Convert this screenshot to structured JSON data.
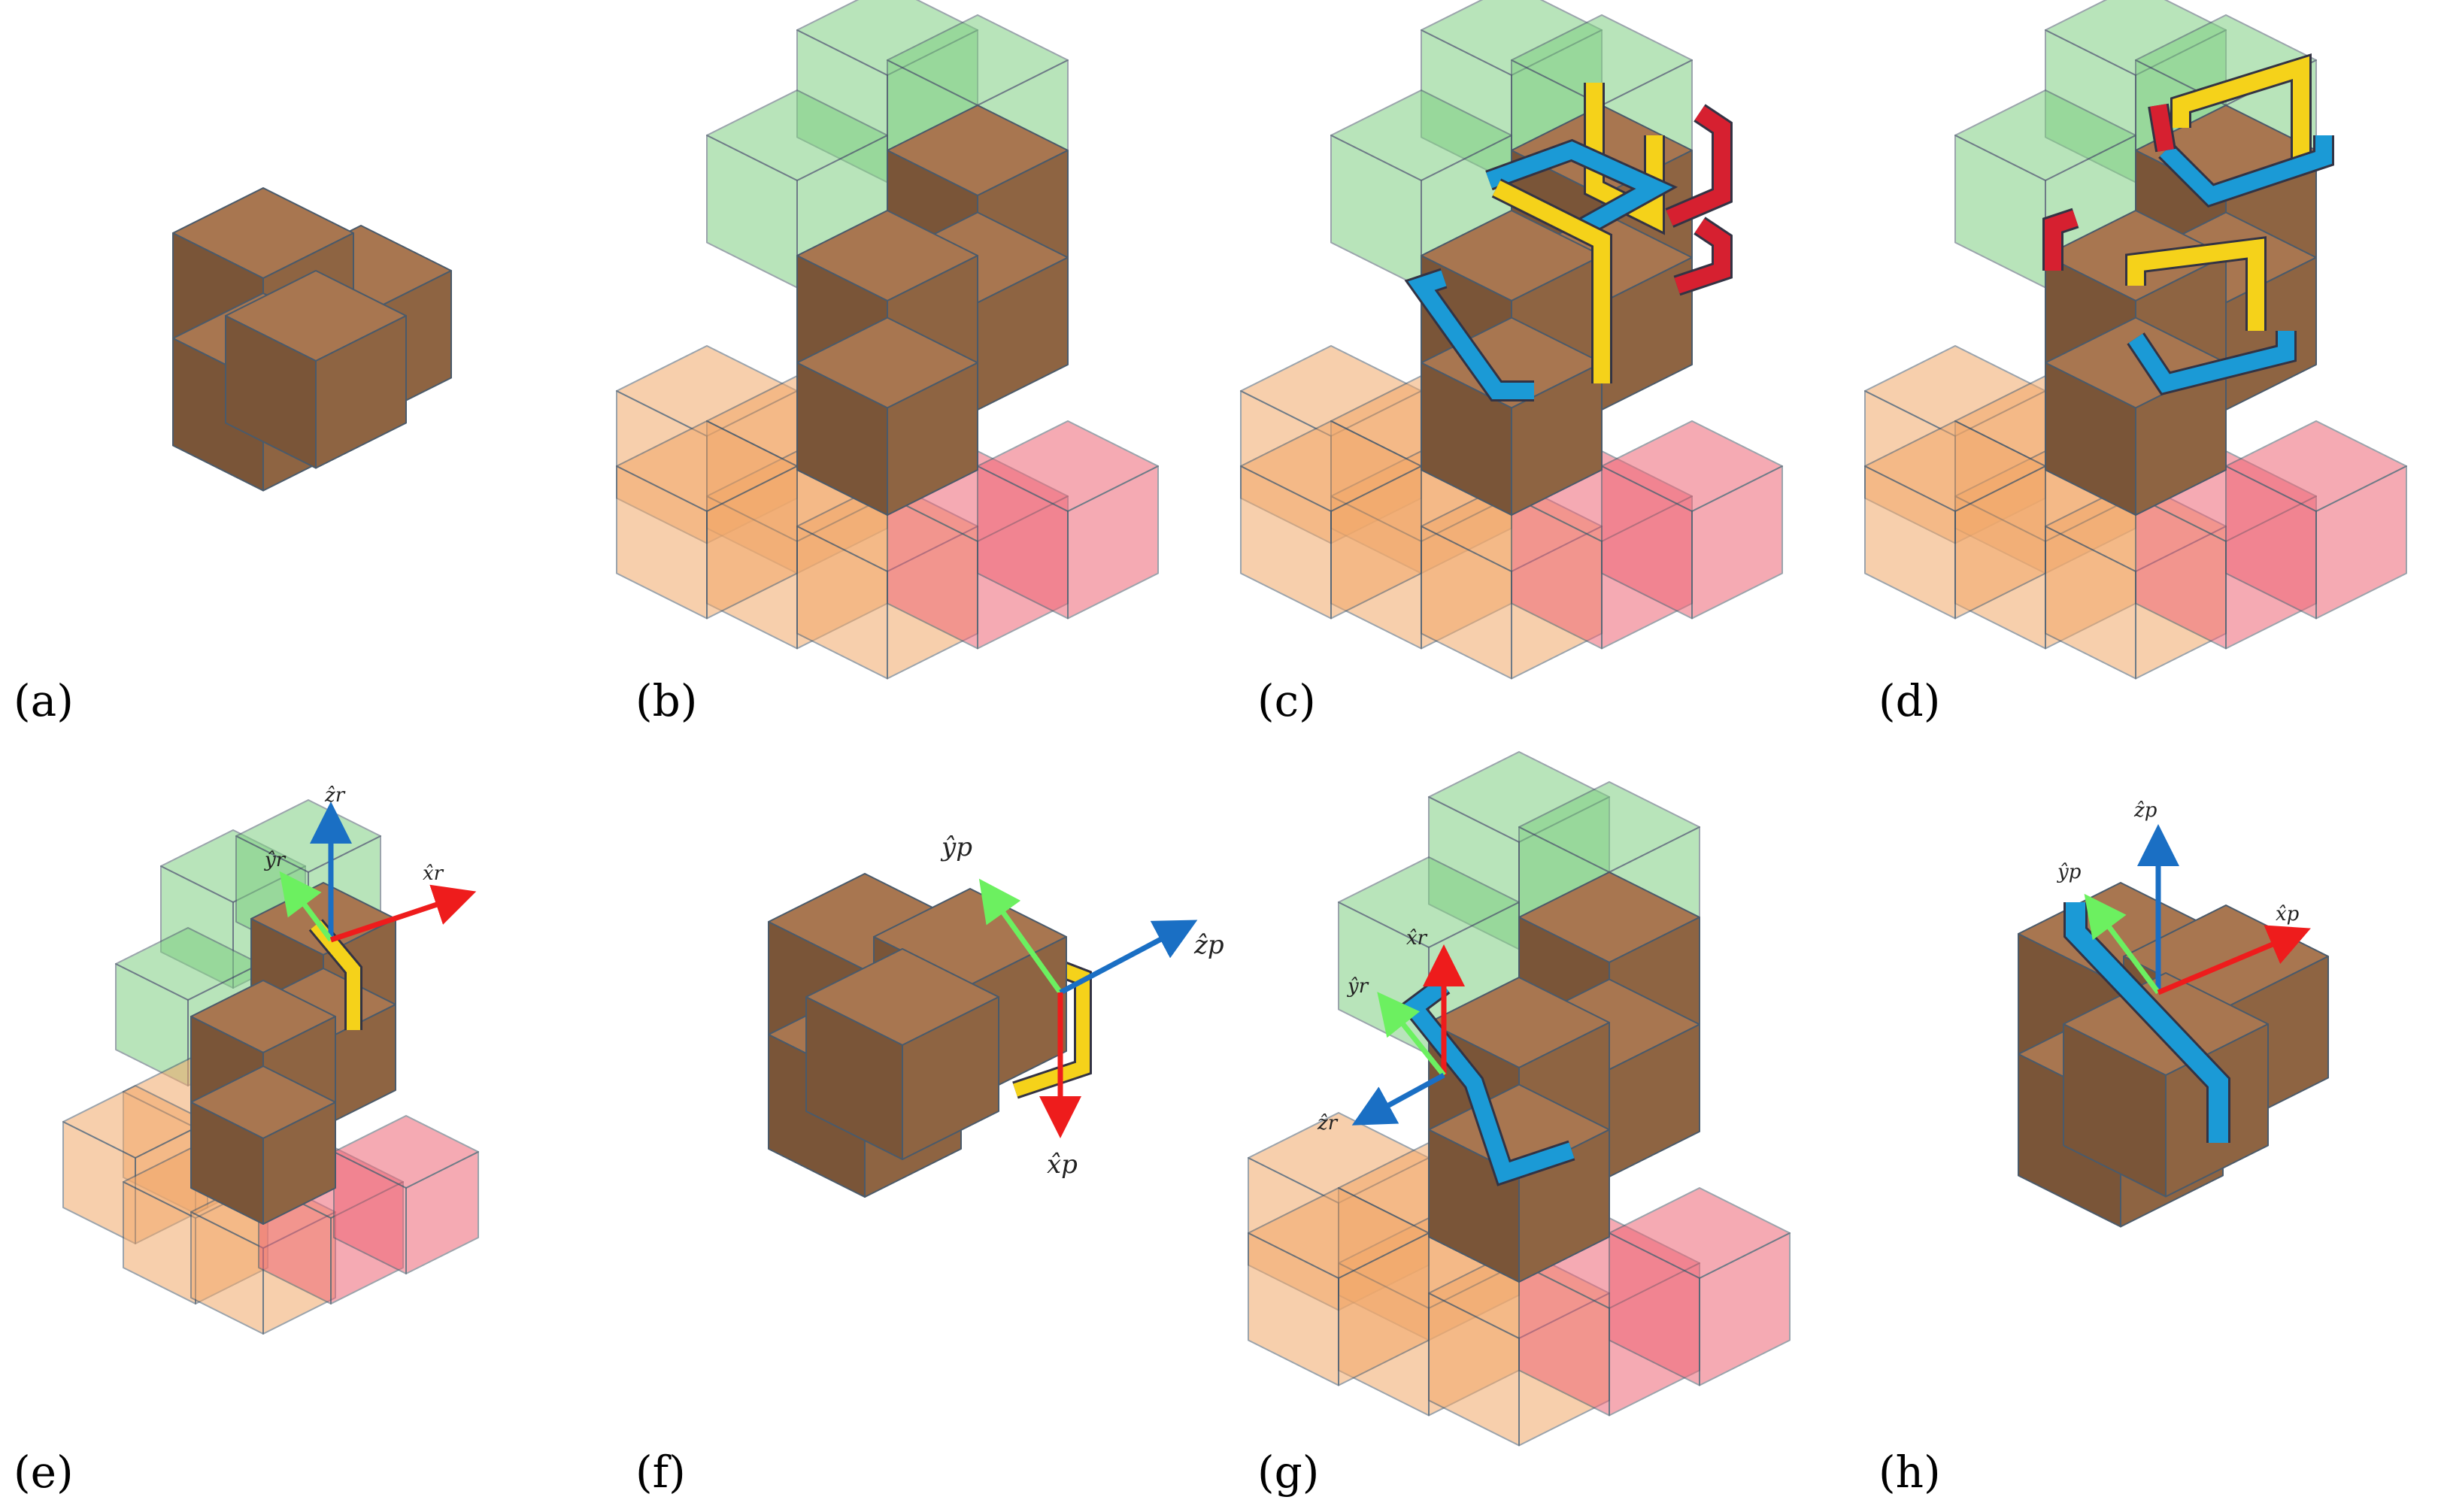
{
  "panels": [
    {
      "id": "a",
      "label": "(a)"
    },
    {
      "id": "b",
      "label": "(b)"
    },
    {
      "id": "c",
      "label": "(c)"
    },
    {
      "id": "d",
      "label": "(d)"
    },
    {
      "id": "e",
      "label": "(e)",
      "axes": {
        "z": "ẑr",
        "y": "ŷr",
        "x": "x̂r"
      }
    },
    {
      "id": "f",
      "label": "(f)",
      "axes": {
        "y": "ŷp",
        "z": "ẑp",
        "x": "x̂p"
      }
    },
    {
      "id": "g",
      "label": "(g)",
      "axes": {
        "x": "x̂r",
        "y": "ŷr",
        "z": "ẑr"
      }
    },
    {
      "id": "h",
      "label": "(h)",
      "axes": {
        "z": "ẑp",
        "y": "ŷp",
        "x": "x̂p"
      }
    }
  ],
  "colors": {
    "box_top": "#a87650",
    "box_left": "#7a5538",
    "box_right": "#8e6442",
    "edge": "#4a5a6a",
    "green": "#7fcf82",
    "orange": "#f2a86a",
    "red": "#ee6676",
    "yellow": "#f5d21a",
    "blue": "#1b9ad6",
    "crimson": "#d62030",
    "axis_x": "#ee1c1c",
    "axis_y": "#6cf060",
    "axis_z": "#1a6fc4"
  }
}
